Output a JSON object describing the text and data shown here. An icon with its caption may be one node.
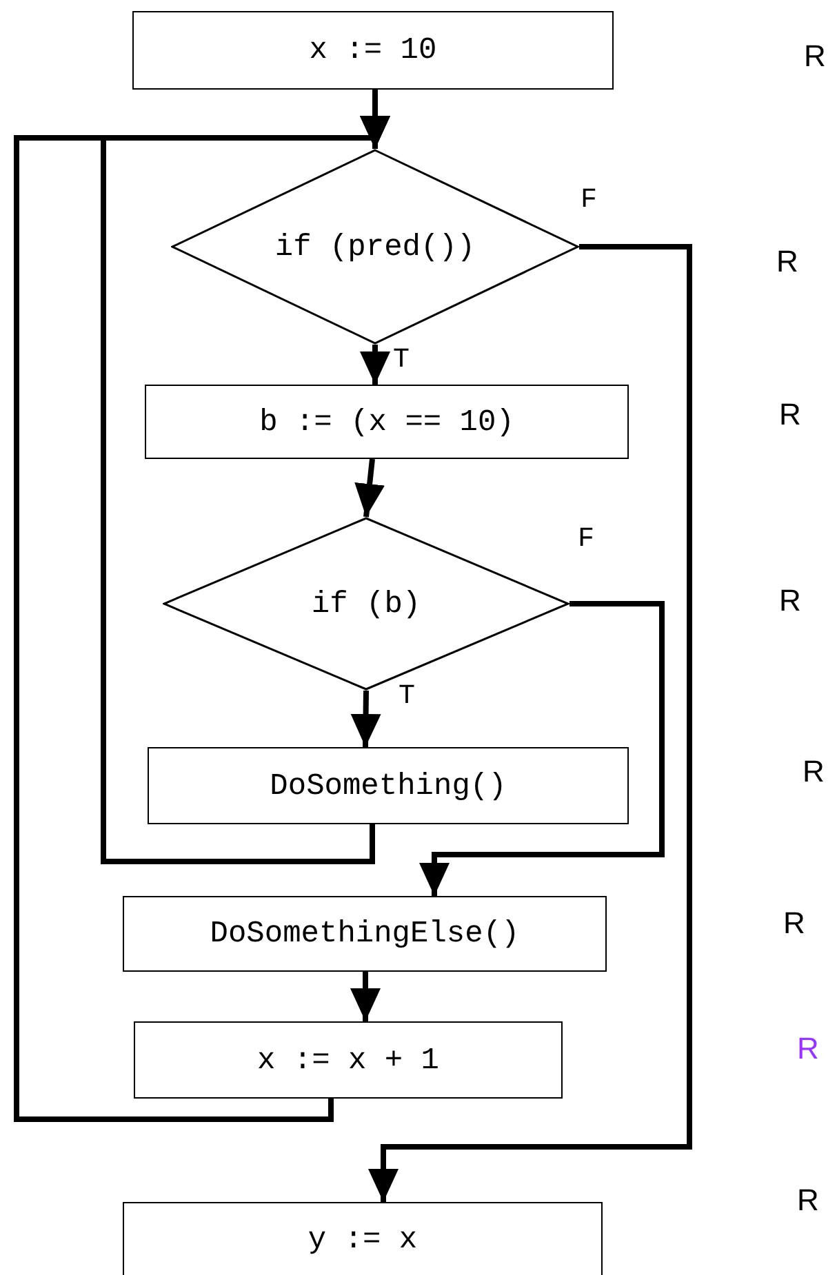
{
  "diagram": {
    "nodes": [
      {
        "text": [
          "x := 10"
        ]
      },
      {
        "text": [
          "if (pred())"
        ]
      },
      {
        "text": [
          "b := (x == 10)"
        ]
      },
      {
        "text": [
          "if (b)"
        ]
      },
      {
        "text": [
          "DoSomething()"
        ]
      },
      {
        "text": [
          "DoSomethingElse()"
        ]
      },
      {
        "text": [
          "x := x + 1"
        ]
      },
      {
        "text": [
          "y := x"
        ]
      }
    ],
    "edges": [
      {
        "from": 0,
        "to": 1,
        "arrow": "to"
      },
      {
        "from": 1,
        "to": 2,
        "arrow": "to",
        "label": "T"
      },
      {
        "from": 1,
        "to": 7,
        "arrow": "to",
        "label": "F"
      },
      {
        "from": 2,
        "to": 3,
        "arrow": "to"
      },
      {
        "from": 3,
        "to": 4,
        "arrow": "to",
        "label": "T"
      },
      {
        "from": 3,
        "to": 5,
        "arrow": "to",
        "label": "F"
      },
      {
        "from": 4,
        "to": 1,
        "arrow": "to"
      },
      {
        "from": 5,
        "to": 6,
        "arrow": "to"
      },
      {
        "from": 6,
        "to": 1,
        "arrow": "to"
      }
    ],
    "labels": [
      "R",
      "R",
      "R",
      "R",
      "R",
      "R",
      "R",
      "R"
    ]
  }
}
